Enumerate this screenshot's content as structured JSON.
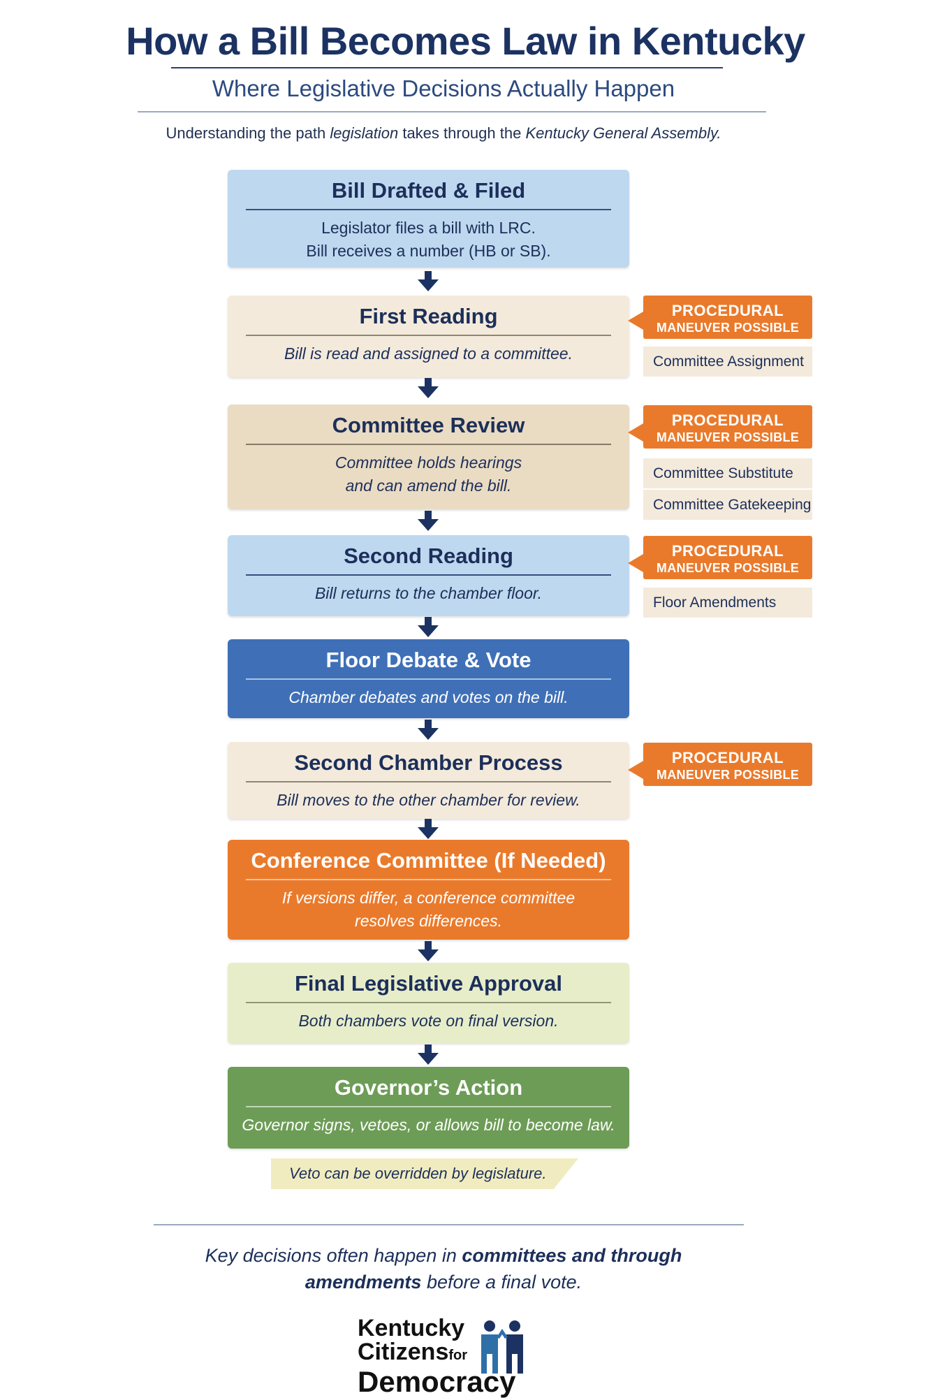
{
  "header": {
    "title": "How a Bill Becomes Law in Kentucky",
    "subtitle": "Where Legislative Decisions Actually Happen",
    "intro_lead": "Understanding the path ",
    "intro_italic": "legislation",
    "intro_mid": " takes through the ",
    "intro_italic2": "Kentucky General Assembly."
  },
  "steps": [
    {
      "title": "Bill Drafted & Filed",
      "line1": "Legislator files a bill with LRC.",
      "line2": "Bill receives a number (HB or SB)."
    },
    {
      "title": "First Reading",
      "line1": "Bill is read and assigned to a committee.",
      "line2": ""
    },
    {
      "title": "Committee Review",
      "line1": "Committee holds hearings",
      "line2": "and can amend the bill."
    },
    {
      "title": "Second Reading",
      "line1": "Bill returns to the chamber floor.",
      "line2": ""
    },
    {
      "title": "Floor Debate & Vote",
      "line1": "Chamber debates and votes on the bill.",
      "line2": ""
    },
    {
      "title": "Second Chamber Process",
      "line1": "Bill moves to the other chamber for review.",
      "line2": ""
    },
    {
      "title": "Conference Committee  (If Needed)",
      "line1": "If versions differ, a conference committee",
      "line2": "resolves differences."
    },
    {
      "title": "Final Legislative Approval",
      "line1": "Both chambers vote on final version.",
      "line2": ""
    },
    {
      "title": "Governor’s Action",
      "line1": "Governor signs, vetoes, or allows bill to become law.",
      "line2": ""
    }
  ],
  "procedural": {
    "head1": "PROCEDURAL",
    "head2": "MANEUVER POSSIBLE",
    "items": {
      "first_reading": [
        "Committee Assignment"
      ],
      "committee_review": [
        "Committee Substitute",
        "Committee Gatekeeping"
      ],
      "second_reading": [
        "Floor Amendments"
      ]
    }
  },
  "note": "Veto can be overridden by legislature.",
  "footer": {
    "part1": "Key decisions often happen in ",
    "bold1": "committees and through",
    "bold2": "amendments",
    "part2": " before a final vote."
  },
  "logo": {
    "line1": "Kentucky",
    "line2": "Citizens",
    "line2_small": "for",
    "line3": "Democracy"
  },
  "colors": {
    "navy": "#1b3262",
    "orange": "#ea7a2b",
    "blue": "#3f70b7",
    "green": "#6d9c57",
    "light_blue": "#bed8ef",
    "cream": "#f4eadb",
    "tan": "#eadbc3",
    "light_green": "#e7edc9"
  }
}
